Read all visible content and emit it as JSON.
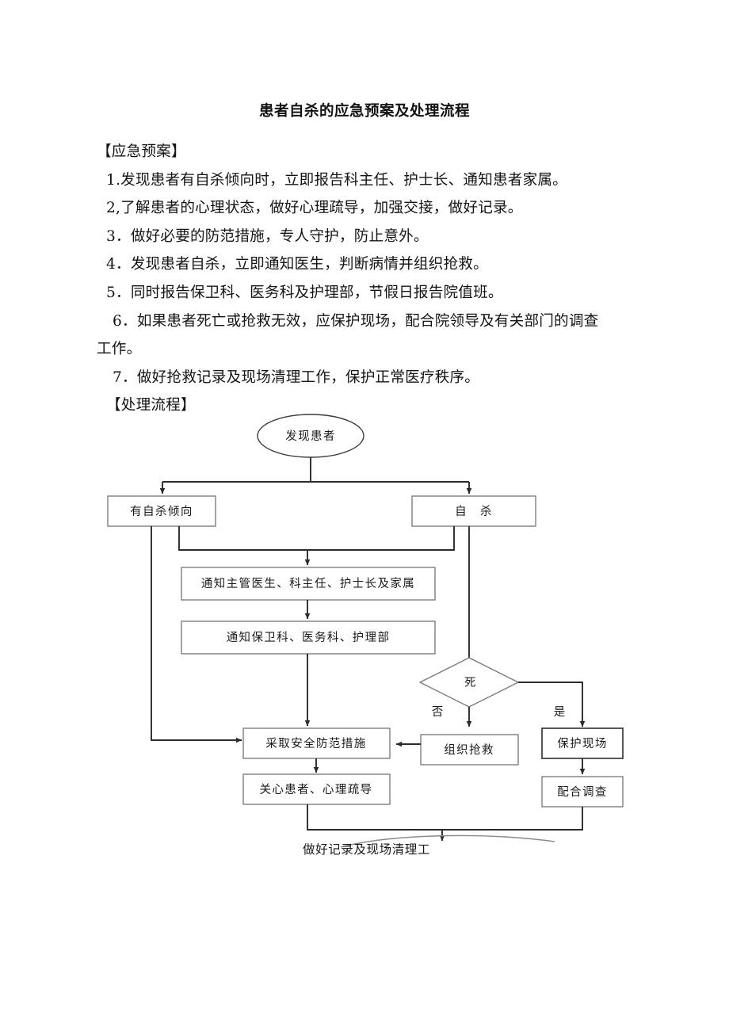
{
  "document": {
    "title": "患者自杀的应急预案及处理流程",
    "section_plan_heading": "【应急预案】",
    "plan_items": [
      "1.发现患者有自杀倾向时，立即报告科主任、护士长、通知患者家属。",
      "2,了解患者的心理状态，做好心理疏导，加强交接，做好记录。",
      "3．做好必要的防范措施，专人守护，防止意外。",
      "4．发现患者自杀，立即通知医生，判断病情并组织抢救。",
      "5．同时报告保卫科、医务科及护理部，节假日报告院值班。",
      "6．如果患者死亡或抢救无效，应保护现场，配合院领导及有关部门的调查",
      "工作。",
      "7．做好抢救记录及现场清理工作，保护正常医疗秩序。"
    ],
    "section_flow_heading": "【处理流程】"
  },
  "flowchart": {
    "start_node": "发现患者",
    "node_tendency": "有自杀倾向",
    "node_suicide": "自　杀",
    "node_notify_doctor": "通知主管医生、科主任、护士长及家属",
    "node_notify_dept": "通知保卫科、医务科、护理部",
    "decision_death": "死",
    "label_no": "否",
    "label_yes": "是",
    "node_safety": "采取安全防范措施",
    "node_rescue": "组织抢救",
    "node_protect_scene": "保护现场",
    "node_care": "关心患者、心理疏导",
    "node_cooperate": "配合调查",
    "node_record": "做好记录及现场清理工"
  },
  "colors": {
    "page_bg": "#ffffff",
    "text": "#1a1a1a",
    "box_stroke": "#6f6f6f",
    "connector": "#2b2b2b"
  }
}
